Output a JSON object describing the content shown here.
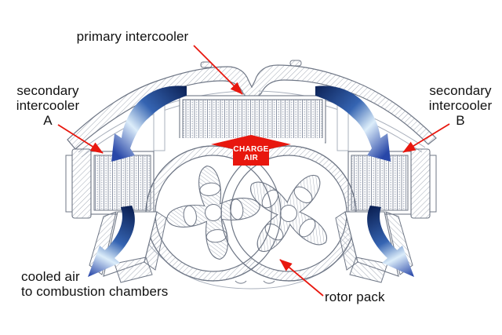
{
  "diagram": {
    "labels": {
      "primary_intercooler": {
        "text": "primary intercooler"
      },
      "secondary_intercooler_a": {
        "line1": "secondary",
        "line2": "intercooler",
        "line3": "A"
      },
      "secondary_intercooler_b": {
        "line1": "secondary",
        "line2": "intercooler",
        "line3": "B"
      },
      "charge_air": {
        "line1": "CHARGE",
        "line2": "AIR"
      },
      "cooled_air": {
        "line1": "cooled air",
        "line2": "to combustion chambers"
      },
      "rotor_pack": {
        "text": "rotor pack"
      }
    },
    "colors": {
      "label_red": "#e8170e",
      "arrow_blue_dark": "#0d2358",
      "arrow_blue_mid": "#3564b2",
      "arrow_blue_light": "#dcedfa",
      "arrow_blue_deep": "#2847a8",
      "line_gray": "#6f7786",
      "hatch_gray": "#a9b0bc",
      "text_black": "#111111",
      "background": "#ffffff"
    }
  }
}
